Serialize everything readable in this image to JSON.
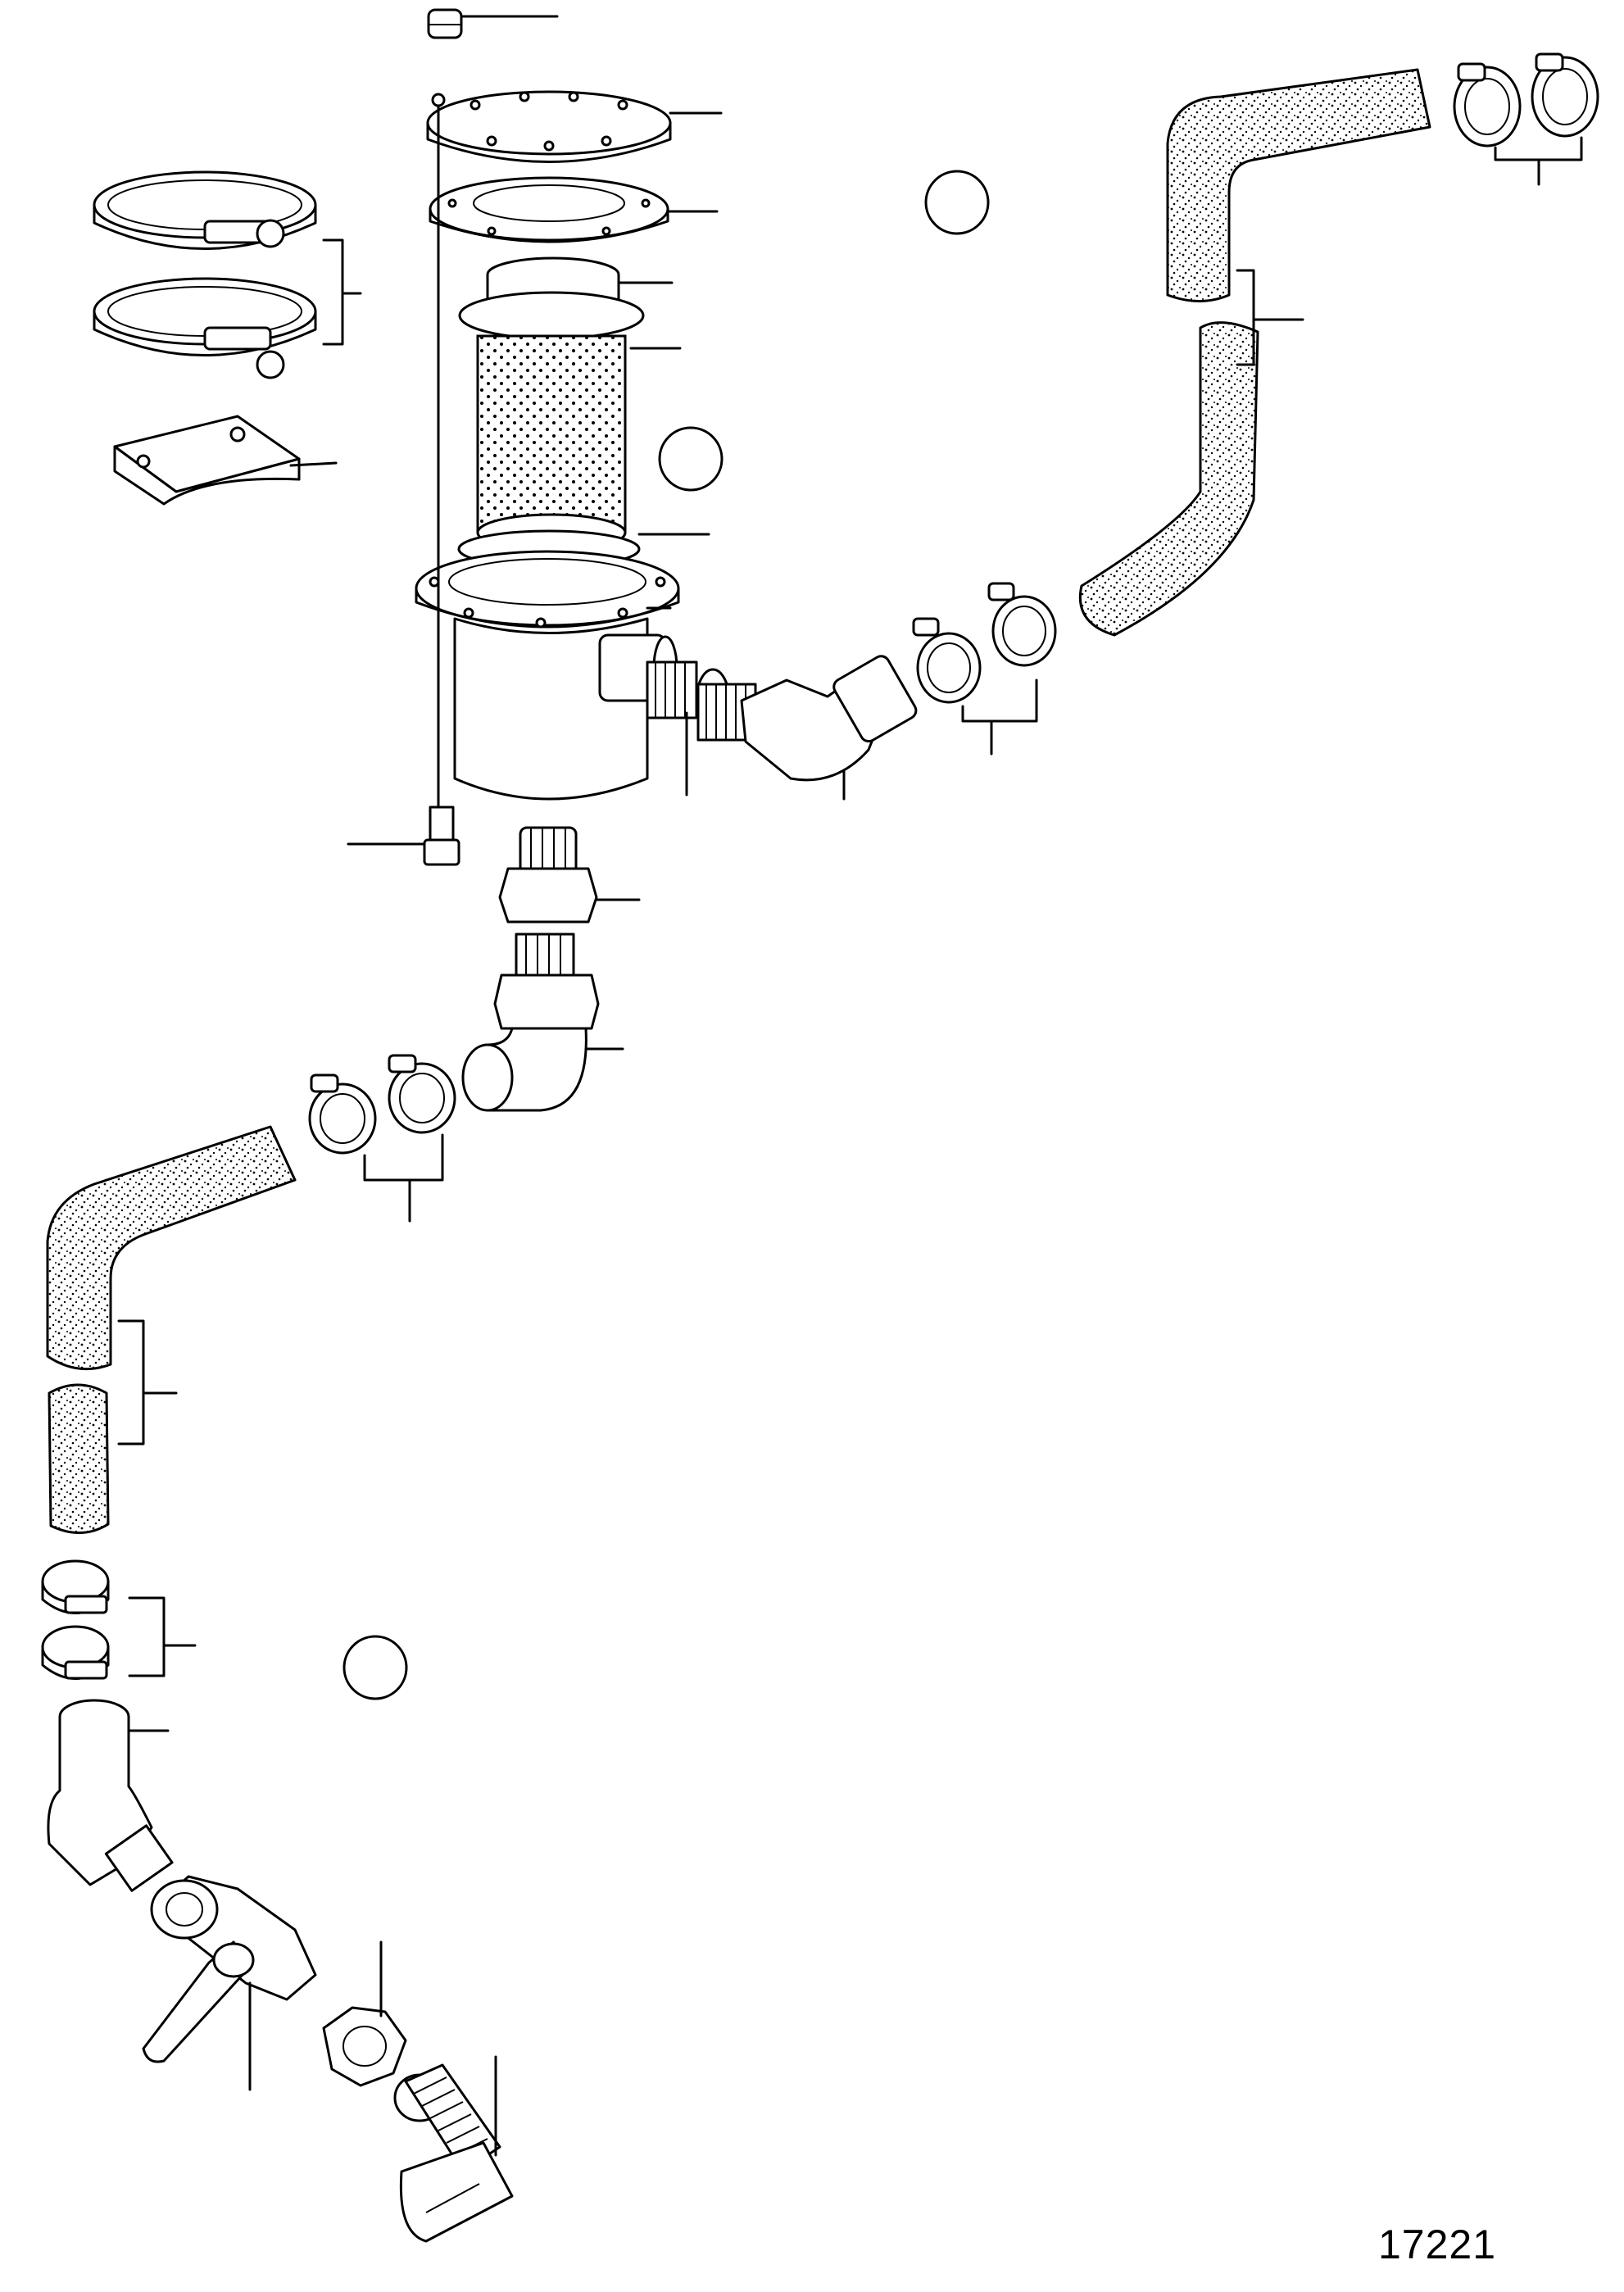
{
  "drawing_number": "17221",
  "callout_circles": [
    {
      "name": "callout-circle-top"
    },
    {
      "name": "callout-circle-middle"
    },
    {
      "name": "callout-circle-bottom"
    }
  ]
}
